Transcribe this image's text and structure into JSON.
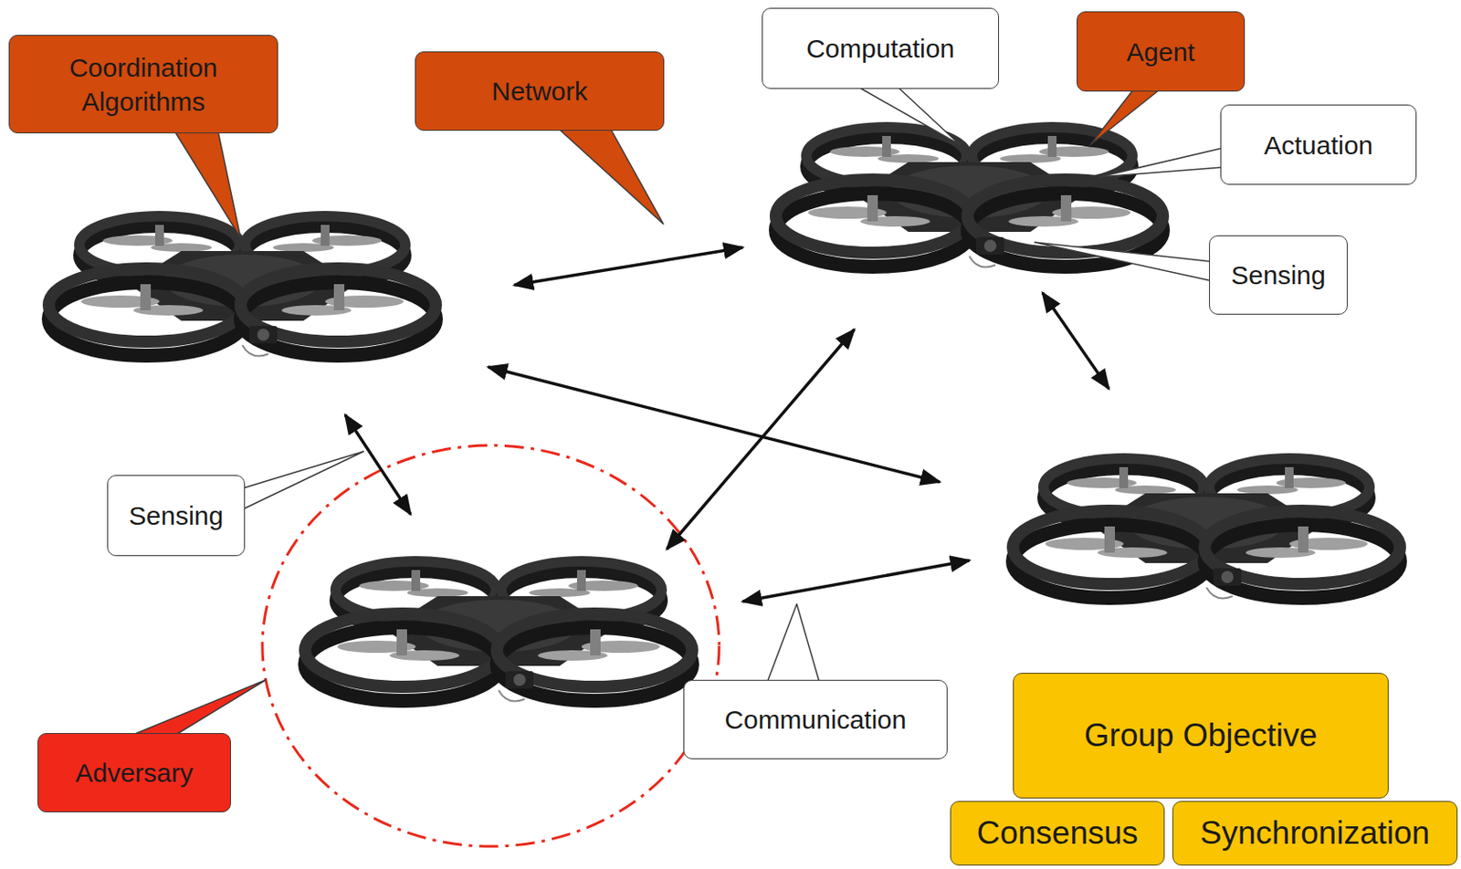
{
  "diagram": {
    "nodes": [
      {
        "text": [
          "Coordination Algorithms"
        ]
      },
      {
        "text": [
          "Network"
        ]
      },
      {
        "text": [
          "Computation"
        ]
      },
      {
        "text": [
          "Agent"
        ]
      },
      {
        "text": [
          "Actuation"
        ]
      },
      {
        "text": [
          "Sensing"
        ]
      },
      {
        "text": [
          "Sensing"
        ]
      },
      {
        "text": [
          "Communication"
        ]
      },
      {
        "text": [
          "Adversary"
        ]
      },
      {
        "text": [
          "Group Objective"
        ]
      },
      {
        "text": [
          "Consensus"
        ]
      },
      {
        "text": [
          "Synchronization"
        ]
      }
    ]
  }
}
